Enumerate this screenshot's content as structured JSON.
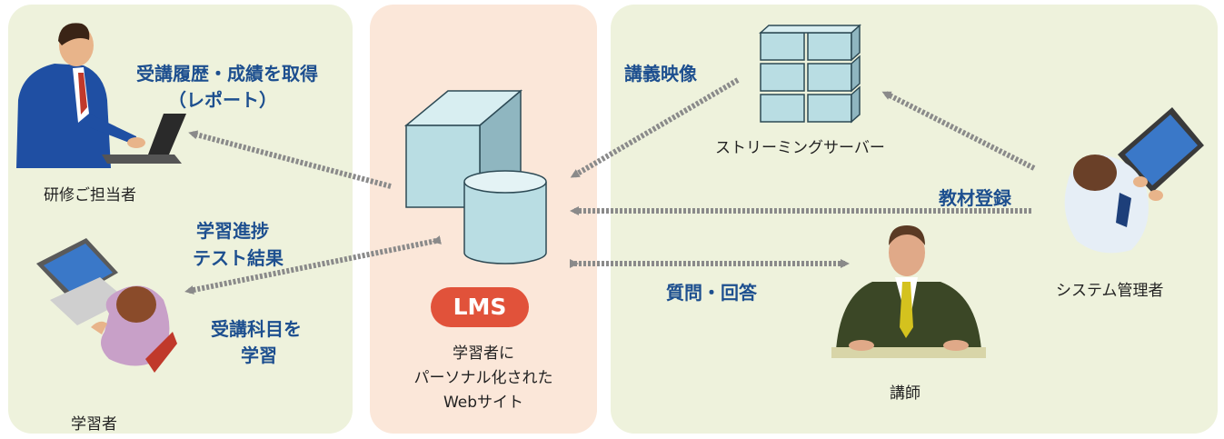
{
  "roles": {
    "training_manager": "研修ご担当者",
    "learner": "学習者",
    "system_admin": "システム管理者",
    "instructor": "講師"
  },
  "server": {
    "streaming": "ストリーミングサーバー"
  },
  "center": {
    "badge": "LMS",
    "desc_line1": "学習者に",
    "desc_line2": "パーソナル化された",
    "desc_line3": "Webサイト"
  },
  "flows": {
    "report_line1": "受講履歴・成績を取得",
    "report_line2": "（レポート）",
    "progress_line1": "学習進捗",
    "progress_line2": "テスト結果",
    "study_line1": "受講科目を",
    "study_line2": "学習",
    "video": "講義映像",
    "materials": "教材登録",
    "qa": "質問・回答"
  },
  "colors": {
    "panel_green": "#eef2dc",
    "panel_peach": "#fbe7d9",
    "label_blue": "#1d4f8f",
    "lms_red": "#e1523a",
    "arrow_gray": "#8a8a8a"
  }
}
